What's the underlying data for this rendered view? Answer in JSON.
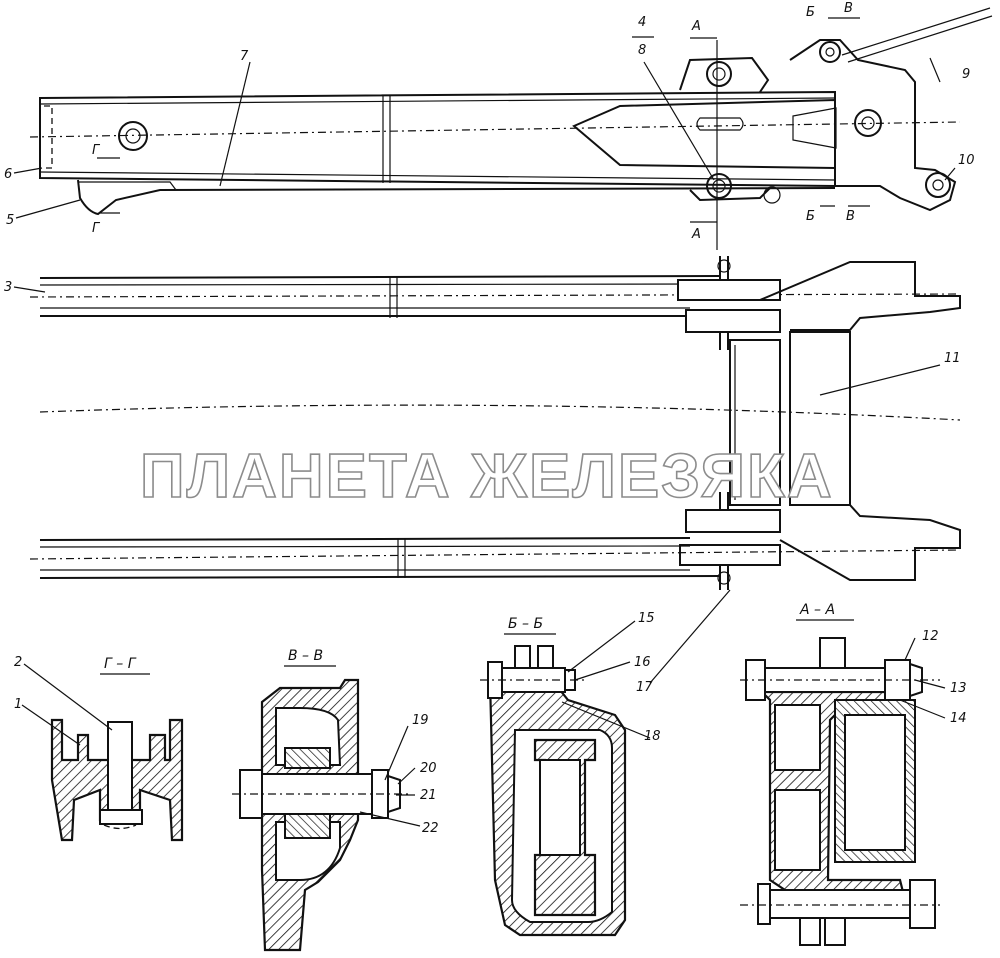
{
  "watermark": "ПЛАНЕТА ЖЕЛЕЗЯКА",
  "callouts": {
    "n1": "1",
    "n2": "2",
    "n3": "3",
    "n4": "4",
    "n5": "5",
    "n6": "6",
    "n7": "7",
    "n8": "8",
    "n9": "9",
    "n10": "10",
    "n11": "11",
    "n12": "12",
    "n13": "13",
    "n14": "14",
    "n15": "15",
    "n16": "16",
    "n17": "17",
    "n18": "18",
    "n19": "19",
    "n20": "20",
    "n21": "21",
    "n22": "22"
  },
  "cut_markers": {
    "a_top": "А",
    "a_bottom": "А",
    "b_top": "Б",
    "b_bottom": "Б",
    "v_top": "В",
    "v_bottom": "В",
    "g_top": "Г",
    "g_bottom": "Г"
  },
  "sections": {
    "g_g": "Г – Г",
    "v_v": "В – В",
    "b_b": "Б – Б",
    "a_a": "А – А"
  }
}
